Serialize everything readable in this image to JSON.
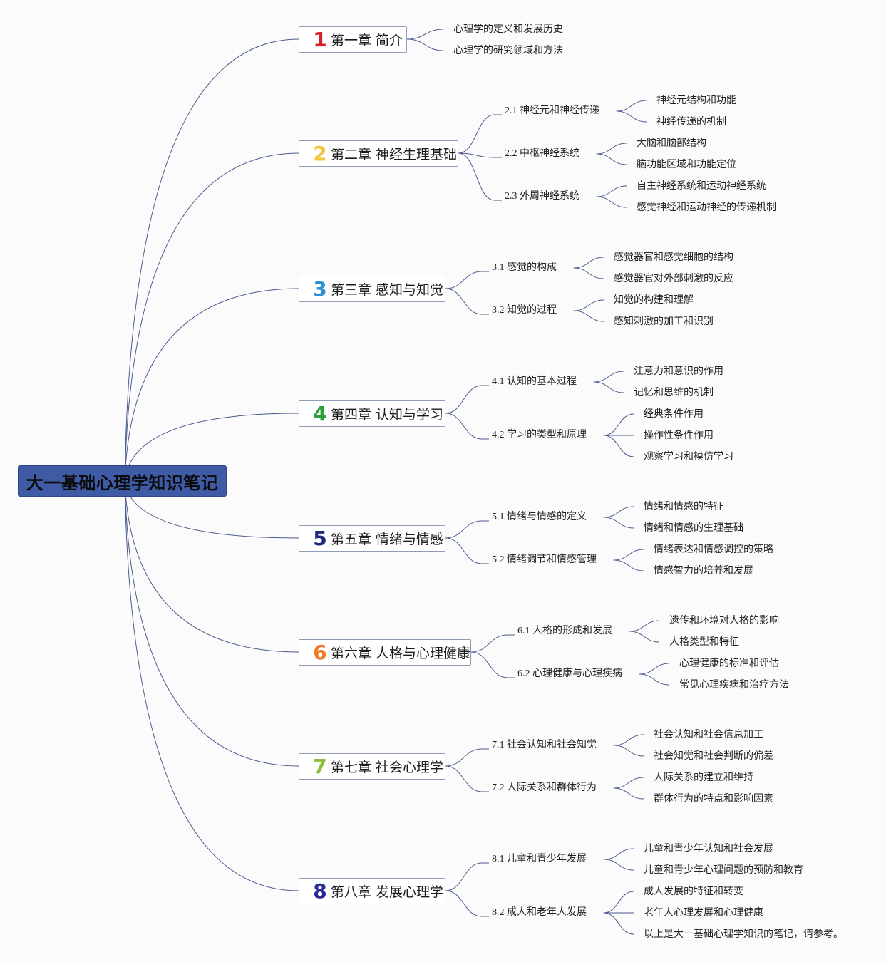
{
  "root": {
    "title": "大一基础心理学知识笔记"
  },
  "colors": {
    "line": "#4a5a8f",
    "root_fill": "#3f5ba6",
    "chapter_border": "#8f9bb8",
    "num": [
      "#d2232a",
      "#f2c744",
      "#2f8fd4",
      "#2e9e3b",
      "#1f2b7a",
      "#f07a25",
      "#8bbf3a",
      "#2b2a9a"
    ]
  },
  "chapters": [
    {
      "num": "1",
      "label": "第一章 简介",
      "sections": [],
      "leaves": [
        "心理学的定义和发展历史",
        "心理学的研究领域和方法"
      ]
    },
    {
      "num": "2",
      "label": "第二章 神经生理基础",
      "sections": [
        {
          "label": "2.1 神经元和神经传递",
          "leaves": [
            "神经元结构和功能",
            "神经传递的机制"
          ]
        },
        {
          "label": "2.2 中枢神经系统",
          "leaves": [
            "大脑和脑部结构",
            "脑功能区域和功能定位"
          ]
        },
        {
          "label": "2.3 外周神经系统",
          "leaves": [
            "自主神经系统和运动神经系统",
            "感觉神经和运动神经的传递机制"
          ]
        }
      ]
    },
    {
      "num": "3",
      "label": "第三章 感知与知觉",
      "sections": [
        {
          "label": "3.1 感觉的构成",
          "leaves": [
            "感觉器官和感觉细胞的结构",
            "感觉器官对外部刺激的反应"
          ]
        },
        {
          "label": "3.2 知觉的过程",
          "leaves": [
            "知觉的构建和理解",
            "感知刺激的加工和识别"
          ]
        }
      ]
    },
    {
      "num": "4",
      "label": "第四章 认知与学习",
      "sections": [
        {
          "label": "4.1 认知的基本过程",
          "leaves": [
            "注意力和意识的作用",
            "记忆和思维的机制"
          ]
        },
        {
          "label": "4.2 学习的类型和原理",
          "leaves": [
            "经典条件作用",
            "操作性条件作用",
            "观察学习和模仿学习"
          ]
        }
      ]
    },
    {
      "num": "5",
      "label": "第五章 情绪与情感",
      "sections": [
        {
          "label": "5.1 情绪与情感的定义",
          "leaves": [
            "情绪和情感的特征",
            "情绪和情感的生理基础"
          ]
        },
        {
          "label": "5.2 情绪调节和情感管理",
          "leaves": [
            "情绪表达和情感调控的策略",
            "情感智力的培养和发展"
          ]
        }
      ]
    },
    {
      "num": "6",
      "label": "第六章 人格与心理健康",
      "sections": [
        {
          "label": "6.1 人格的形成和发展",
          "leaves": [
            "遗传和环境对人格的影响",
            "人格类型和特征"
          ]
        },
        {
          "label": "6.2 心理健康与心理疾病",
          "leaves": [
            "心理健康的标准和评估",
            "常见心理疾病和治疗方法"
          ]
        }
      ]
    },
    {
      "num": "7",
      "label": "第七章 社会心理学",
      "sections": [
        {
          "label": "7.1 社会认知和社会知觉",
          "leaves": [
            "社会认知和社会信息加工",
            "社会知觉和社会判断的偏差"
          ]
        },
        {
          "label": "7.2 人际关系和群体行为",
          "leaves": [
            "人际关系的建立和维持",
            "群体行为的特点和影响因素"
          ]
        }
      ]
    },
    {
      "num": "8",
      "label": "第八章 发展心理学",
      "sections": [
        {
          "label": "8.1 儿童和青少年发展",
          "leaves": [
            "儿童和青少年认知和社会发展",
            "儿童和青少年心理问题的预防和教育"
          ]
        },
        {
          "label": "8.2 成人和老年人发展",
          "leaves": [
            "成人发展的特征和转变",
            "老年人心理发展和心理健康",
            "以上是大一基础心理学知识的笔记，请参考。"
          ]
        }
      ]
    }
  ]
}
